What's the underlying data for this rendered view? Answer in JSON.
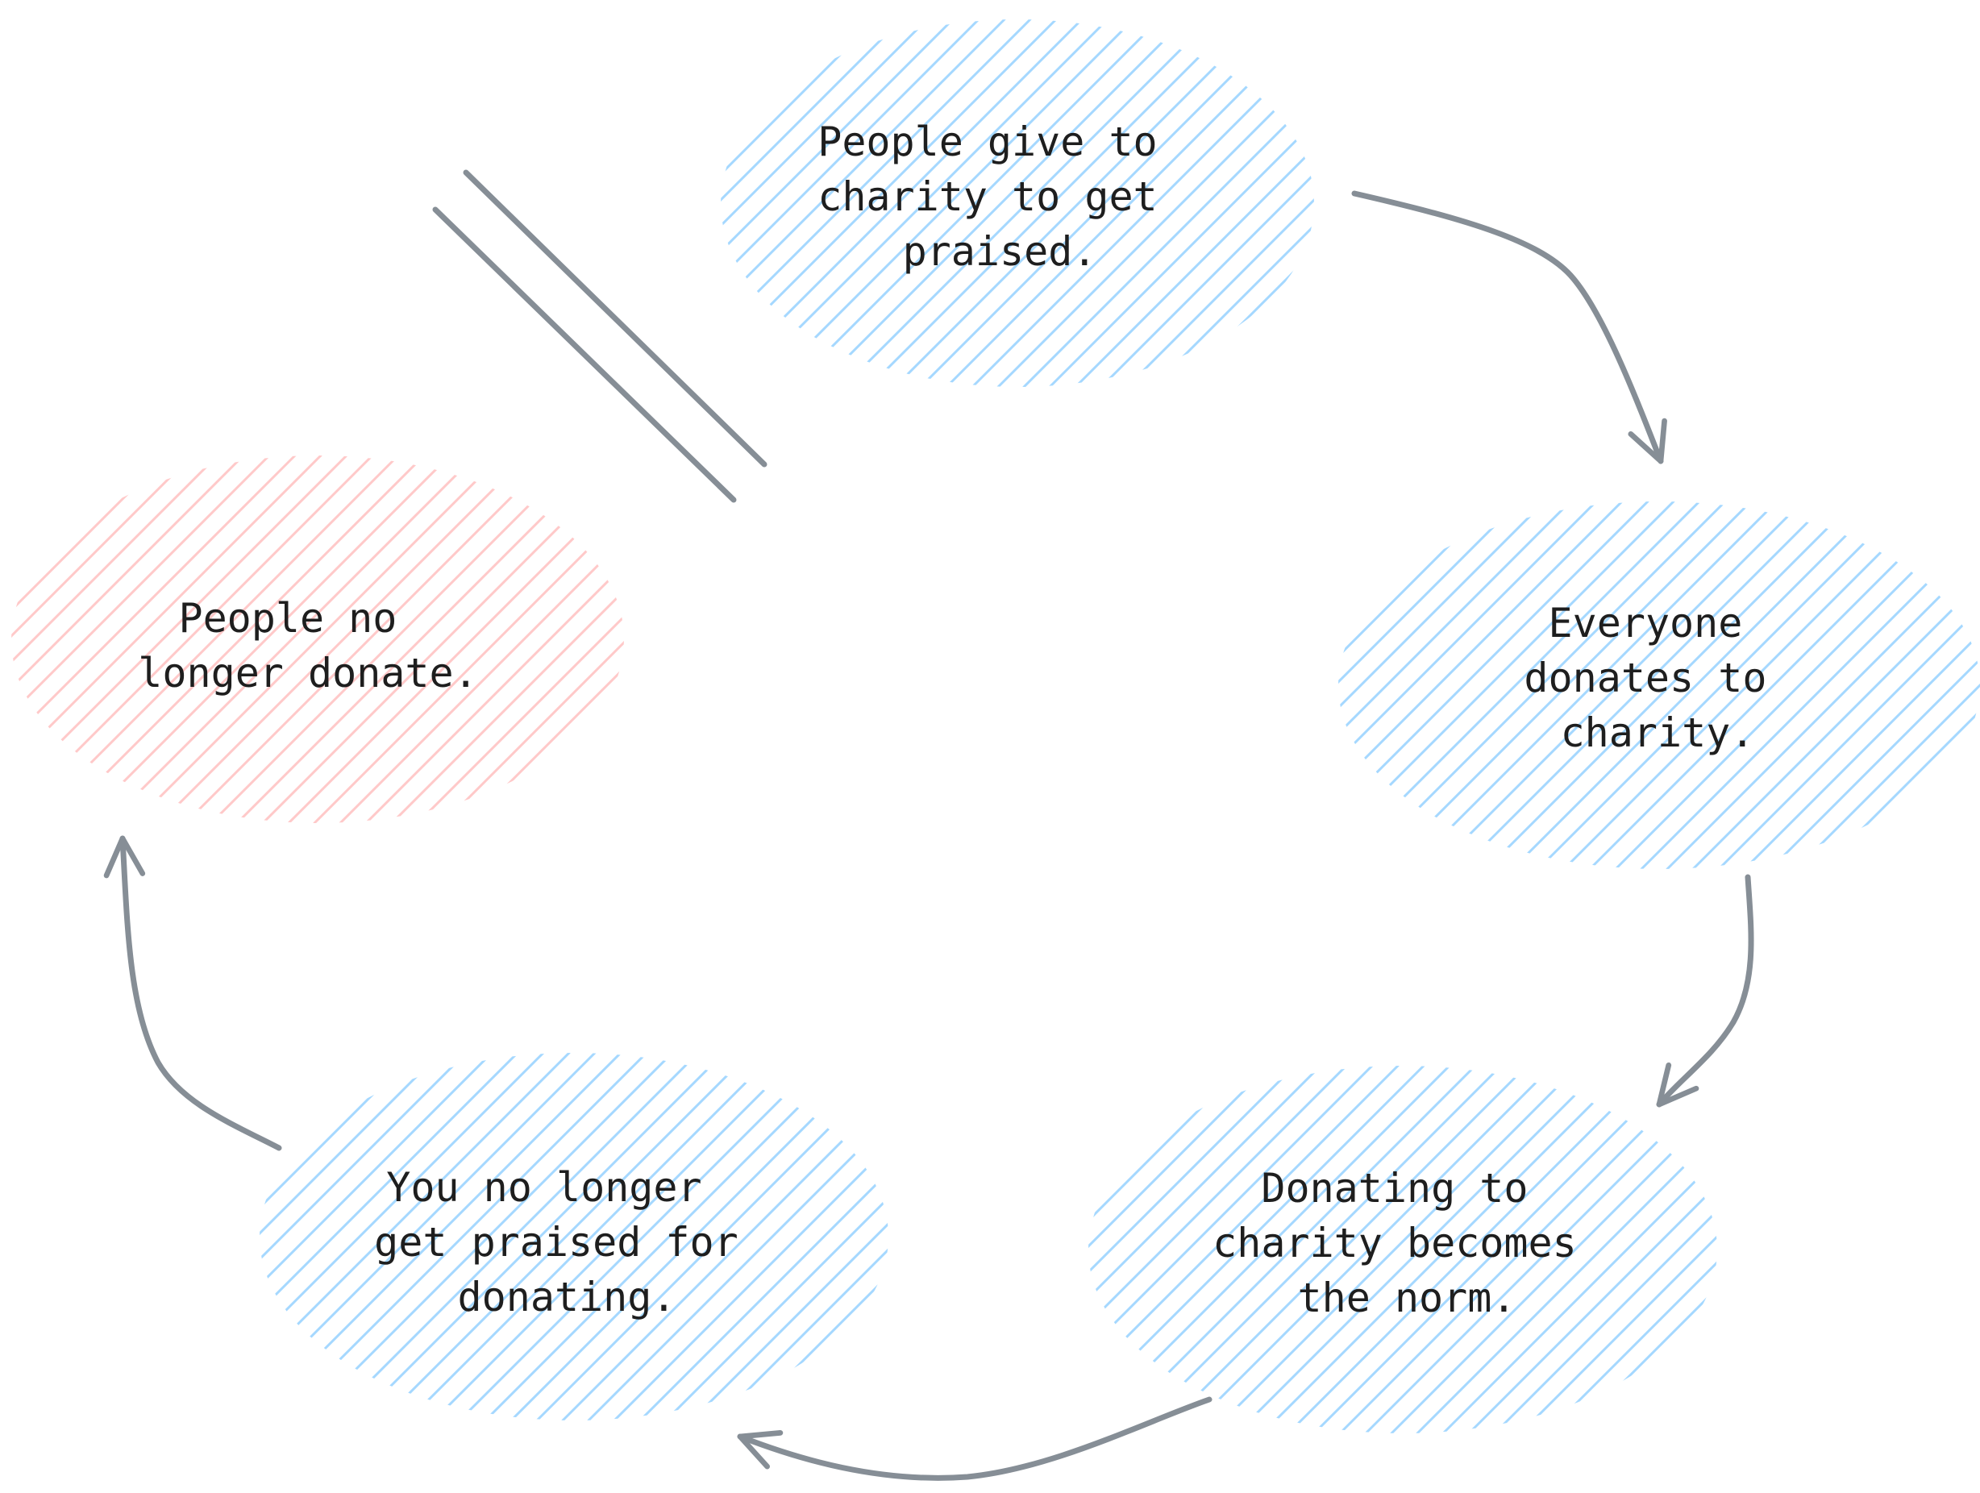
{
  "colors": {
    "node_fill_blue": "#a5d8ff",
    "node_fill_red": "#ffc9c9",
    "arrow": "#868e96",
    "text": "#1e1e1e"
  },
  "nodes": [
    {
      "id": "praise",
      "lines": [
        "People give to",
        "charity to get",
        "praised."
      ],
      "fill": "blue"
    },
    {
      "id": "everyone",
      "lines": [
        "Everyone",
        "donates to",
        "charity."
      ],
      "fill": "blue"
    },
    {
      "id": "norm",
      "lines": [
        "Donating to",
        "charity becomes",
        "the norm."
      ],
      "fill": "blue"
    },
    {
      "id": "no-praise",
      "lines": [
        "You no longer",
        "get praised for",
        "donating."
      ],
      "fill": "blue"
    },
    {
      "id": "no-donate",
      "lines": [
        "People no",
        "longer donate."
      ],
      "fill": "red"
    }
  ],
  "edges": [
    {
      "from": "praise",
      "to": "everyone"
    },
    {
      "from": "everyone",
      "to": "norm"
    },
    {
      "from": "norm",
      "to": "no-praise"
    },
    {
      "from": "no-praise",
      "to": "no-donate"
    }
  ],
  "break_mark": {
    "between": [
      "no-donate",
      "praise"
    ],
    "symbol": "parallel-lines"
  }
}
